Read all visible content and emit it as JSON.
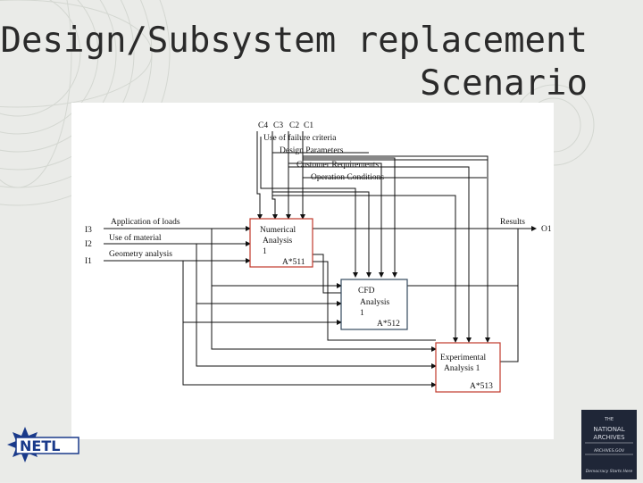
{
  "slide": {
    "title_line1": "Design/Subsystem replacement",
    "title_line2": "Scenario"
  },
  "diagram": {
    "controls": [
      "C4",
      "C3",
      "C2",
      "C1"
    ],
    "control_labels": [
      "Use of failure criteria",
      "Design Parameters",
      "Customer Requirements",
      "Operation Conditions"
    ],
    "inputs": [
      {
        "id": "I3",
        "label": "Application of loads"
      },
      {
        "id": "I2",
        "label": "Use of material"
      },
      {
        "id": "I1",
        "label": "Geometry analysis"
      }
    ],
    "output": {
      "id": "O1",
      "label": "Results"
    },
    "boxes": [
      {
        "line1": "Numerical",
        "line2": "Analysis",
        "line3": "1",
        "code": "A*511"
      },
      {
        "line1": "CFD",
        "line2": "Analysis",
        "line3": "1",
        "code": "A*512"
      },
      {
        "line1": "Experimental",
        "line2": "Analysis 1",
        "code": "A*513"
      }
    ]
  },
  "logos": {
    "left": "NETL",
    "right_lines": [
      "THE",
      "NATIONAL",
      "ARCHIVES",
      "ARCHIVES.GOV",
      "Democracy Starts Here"
    ]
  }
}
